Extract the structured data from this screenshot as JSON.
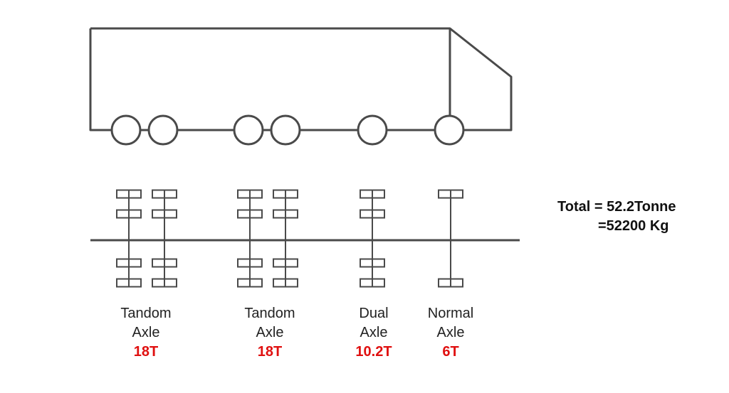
{
  "axles": [
    {
      "type_line1": "Tandom",
      "type_line2": "Axle",
      "load": "18T"
    },
    {
      "type_line1": "Tandom",
      "type_line2": "Axle",
      "load": "18T"
    },
    {
      "type_line1": "Dual",
      "type_line2": "Axle",
      "load": "10.2T"
    },
    {
      "type_line1": "Normal",
      "type_line2": "Axle",
      "load": "6T"
    }
  ],
  "total": {
    "line1": "Total = 52.2Tonne",
    "line2": "=52200 Kg"
  },
  "colors": {
    "stroke": "#4a4a4a",
    "load_text": "#e01010"
  }
}
